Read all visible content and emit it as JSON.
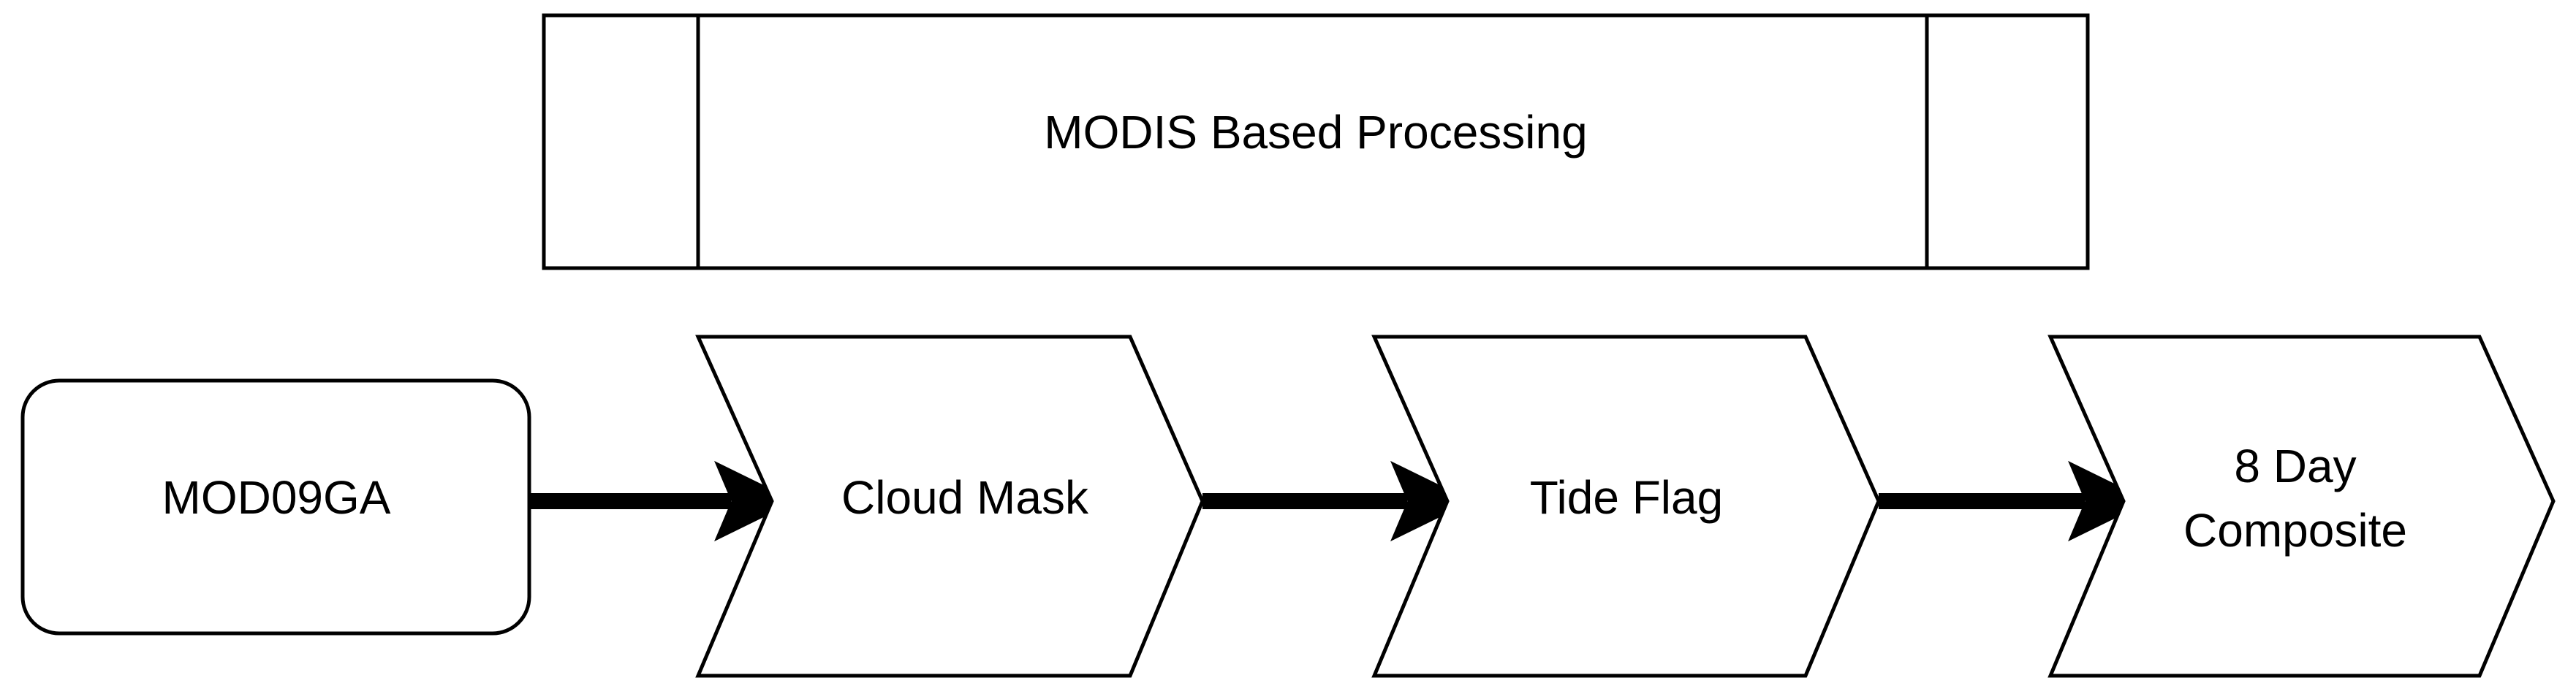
{
  "diagram": {
    "title_process": "MODIS Based Processing",
    "source": "MOD09GA",
    "steps": [
      {
        "label": "Cloud Mask"
      },
      {
        "label": "Tide Flag"
      },
      {
        "label_line1": "8 Day",
        "label_line2": "Composite"
      }
    ],
    "colors": {
      "stroke": "#000000",
      "fill": "#ffffff",
      "text": "#000000"
    }
  }
}
